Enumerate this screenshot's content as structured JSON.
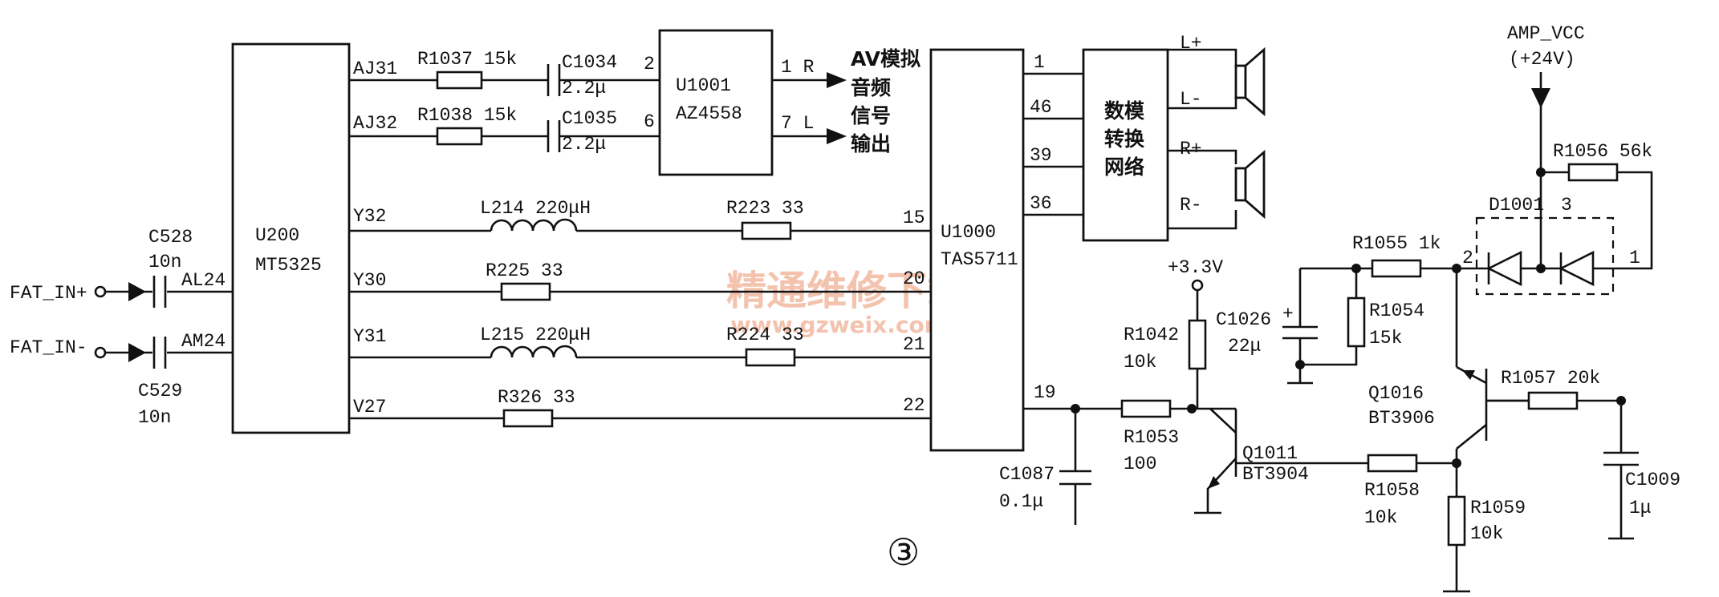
{
  "ics": {
    "u200": [
      "U200",
      "MT5325"
    ],
    "u1001": [
      "U1001",
      "AZ4558"
    ],
    "u1000": [
      "U1000",
      "TAS5711"
    ],
    "dac": [
      "数模",
      "转换",
      "网络"
    ]
  },
  "inputs": {
    "fat_in_p": "FAT_IN+",
    "fat_in_n": "FAT_IN-",
    "c528": [
      "C528",
      "10n"
    ],
    "c529": [
      "C529",
      "10n"
    ],
    "al24": "AL24",
    "am24": "AM24"
  },
  "nets": {
    "aj31": "AJ31",
    "aj32": "AJ32",
    "y32": "Y32",
    "y30": "Y30",
    "y31": "Y31",
    "v27": "V27"
  },
  "components": {
    "r1037": "R1037 15k",
    "r1038": "R1038 15k",
    "c1034": [
      "C1034",
      "2.2μ"
    ],
    "c1035": [
      "C1035",
      "2.2μ"
    ],
    "l214": "L214 220μH",
    "l215": "L215 220μH",
    "r223": "R223 33",
    "r225": "R225 33",
    "r224": "R224 33",
    "r326": "R326 33",
    "r1042": [
      "R1042",
      "10k"
    ],
    "r1053": [
      "R1053",
      "100"
    ],
    "c1087": [
      "C1087",
      "0.1μ"
    ],
    "q1011": [
      "Q1011",
      "BT3904"
    ],
    "r1058": [
      "R1058",
      "10k"
    ],
    "r1059": [
      "R1059",
      "10k"
    ],
    "c1026": [
      "C1026",
      "22μ"
    ],
    "r1054": [
      "R1054",
      "15k"
    ],
    "r1055": "R1055 1k",
    "q1016": [
      "Q1016",
      "BT3906"
    ],
    "r1057": "R1057 20k",
    "c1009": [
      "C1009",
      "1μ"
    ],
    "r1056": "R1056 56k",
    "d1001": "D1001"
  },
  "pins": {
    "u1001_in1": "2",
    "u1001_in2": "6",
    "u1001_out1": "1 R",
    "u1001_out2": "7 L",
    "u1000_15": "15",
    "u1000_20": "20",
    "u1000_21": "21",
    "u1000_22": "22",
    "u1000_19": "19",
    "dac_1": "1",
    "dac_46": "46",
    "dac_39": "39",
    "dac_36": "36",
    "d_pin3": "3",
    "d_pin2": "2",
    "d_pin1": "1"
  },
  "outputs": {
    "av": [
      "AV模拟",
      "音频",
      "信号",
      "输出"
    ],
    "lp": "L+",
    "lm": "L-",
    "rp": "R+",
    "rm": "R-"
  },
  "power": {
    "amp_vcc": "AMP_VCC",
    "amp_vcc_v": "(+24V)",
    "v33": "+3.3V"
  },
  "figure_number": "③",
  "watermark": {
    "title": "精通维修下载",
    "url": "www.gzweix.com"
  }
}
